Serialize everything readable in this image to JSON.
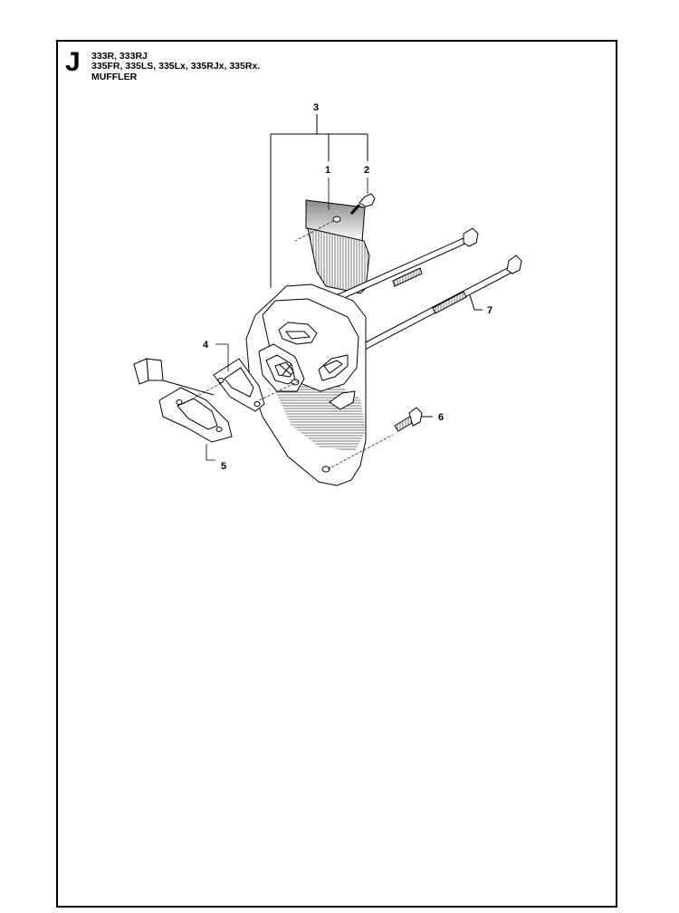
{
  "header": {
    "section_letter": "J",
    "models_line1": "333R, 333RJ",
    "models_line2": "335FR, 335LS, 335Lx, 335RJx, 335Rx.",
    "title": "MUFFLER"
  },
  "callouts": {
    "c1": "1",
    "c2": "2",
    "c3": "3",
    "c4": "4",
    "c5": "5",
    "c6": "6",
    "c7": "7"
  }
}
